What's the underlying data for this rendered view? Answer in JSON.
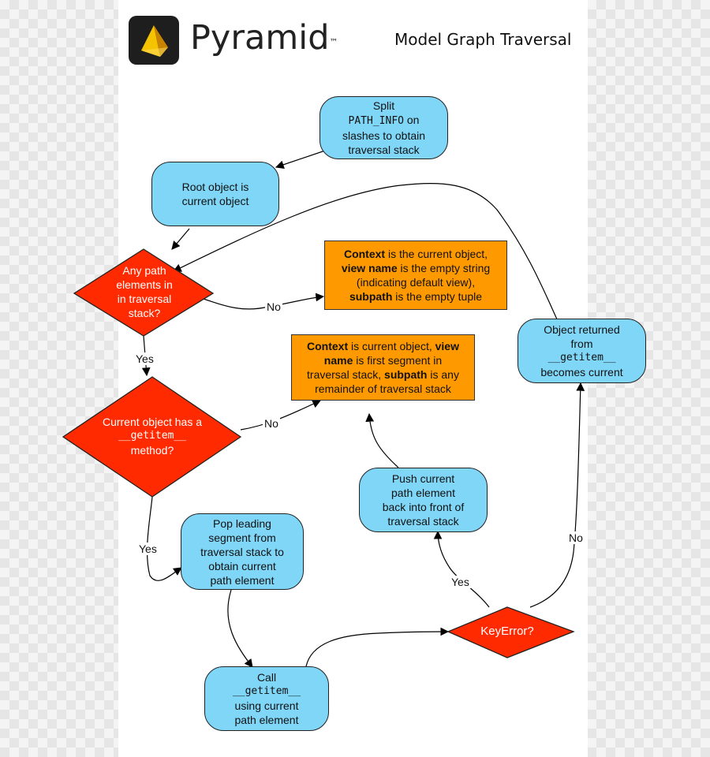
{
  "header": {
    "brand": "Pyramid",
    "trademark": "™",
    "subtitle": "Model Graph Traversal"
  },
  "colors": {
    "process": "#7fd6f7",
    "decision": "#ff2a00",
    "result": "#ff9900"
  },
  "nodes": {
    "split": {
      "l1": "Split",
      "l2": "PATH_INFO",
      "l2b": " on",
      "l3": "slashes to obtain",
      "l4": "traversal stack"
    },
    "root": {
      "l1": "Root object is",
      "l2": "current object"
    },
    "any_path": {
      "l1": "Any path",
      "l2": "elements in",
      "l3": "in traversal",
      "l4": "stack?"
    },
    "context_empty": {
      "a1": "Context",
      "a2": " is the current object,",
      "b1": "view name",
      "b2": " is the empty string",
      "c1": "(indicating default view),",
      "d1": "subpath",
      "d2": " is the empty tuple"
    },
    "object_returned": {
      "l1": "Object returned",
      "l2": "from",
      "l3": "__getitem__",
      "l4": "becomes current"
    },
    "context_first": {
      "a1": "Context",
      "a2": " is current object, ",
      "a3": "view",
      "b1": "name",
      "b2": " is first segment in",
      "c1": "traversal stack, ",
      "c2": "subpath",
      "c3": " is any",
      "d1": "remainder of traversal stack"
    },
    "has_getitem": {
      "l1": "Current object has a",
      "l2": "__getitem__",
      "l3": "method?"
    },
    "push_back": {
      "l1": "Push current",
      "l2": "path element",
      "l3": "back into front of",
      "l4": "traversal stack"
    },
    "pop_leading": {
      "l1": "Pop leading",
      "l2": "segment from",
      "l3": "traversal stack to",
      "l4": "obtain current",
      "l5": "path element"
    },
    "keyerror": {
      "l1": "KeyError?"
    },
    "call": {
      "l1": "Call",
      "l2": "__getitem__",
      "l3": "using current",
      "l4": "path element"
    }
  },
  "edges": {
    "no_1": "No",
    "yes_1": "Yes",
    "no_2": "No",
    "yes_2": "Yes",
    "yes_3": "Yes",
    "no_3": "No"
  }
}
